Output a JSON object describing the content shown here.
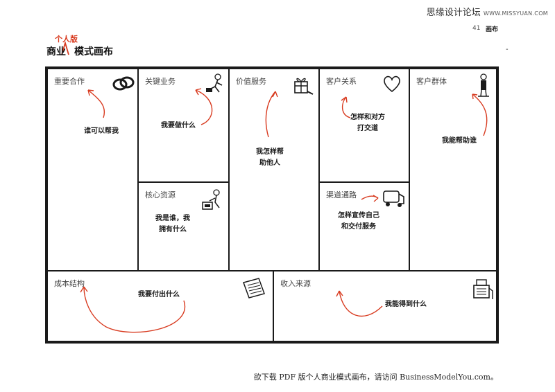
{
  "watermark": {
    "main": "思缘设计论坛",
    "sub": "WWW.MISSYUAN.COM"
  },
  "header": {
    "page_number": "41",
    "page_label": "画布",
    "dash": "-"
  },
  "title": {
    "part1": "商业",
    "part2": "模式画布",
    "insert_note": "个人版"
  },
  "canvas": {
    "key_partners": {
      "title": "重要合作",
      "note": "谁可以帮我",
      "icon": "chain-link-icon"
    },
    "key_activities": {
      "title": "关键业务",
      "note": "我要做什么",
      "icon": "worker-icon"
    },
    "key_resources": {
      "title": "核心资源",
      "note_line1": "我是谁，我",
      "note_line2": "拥有什么",
      "icon": "factory-worker-icon"
    },
    "value_propositions": {
      "title": "价值服务",
      "note_line1": "我怎样帮",
      "note_line2": "助他人",
      "icon": "gift-icon"
    },
    "customer_relationships": {
      "title": "客户关系",
      "note_line1": "怎样和对方",
      "note_line2": "打交道",
      "icon": "heart-icon"
    },
    "channels": {
      "title": "渠道通路",
      "note_line1": "怎样宣传自己",
      "note_line2": "和交付服务",
      "icon": "truck-icon"
    },
    "customer_segments": {
      "title": "客户群体",
      "note": "我能帮助谁",
      "icon": "person-icon"
    },
    "cost_structure": {
      "title": "成本结构",
      "note": "我要付出什么",
      "icon": "price-tag-icon"
    },
    "revenue_streams": {
      "title": "收入来源",
      "note": "我能得到什么",
      "icon": "cash-register-icon"
    }
  },
  "colors": {
    "accent_red": "#d83a1f",
    "line": "#1a1a1a"
  },
  "footer": {
    "text": "欲下载 PDF 版个人商业模式画布，请访问 BusinessModelYou.com。"
  }
}
